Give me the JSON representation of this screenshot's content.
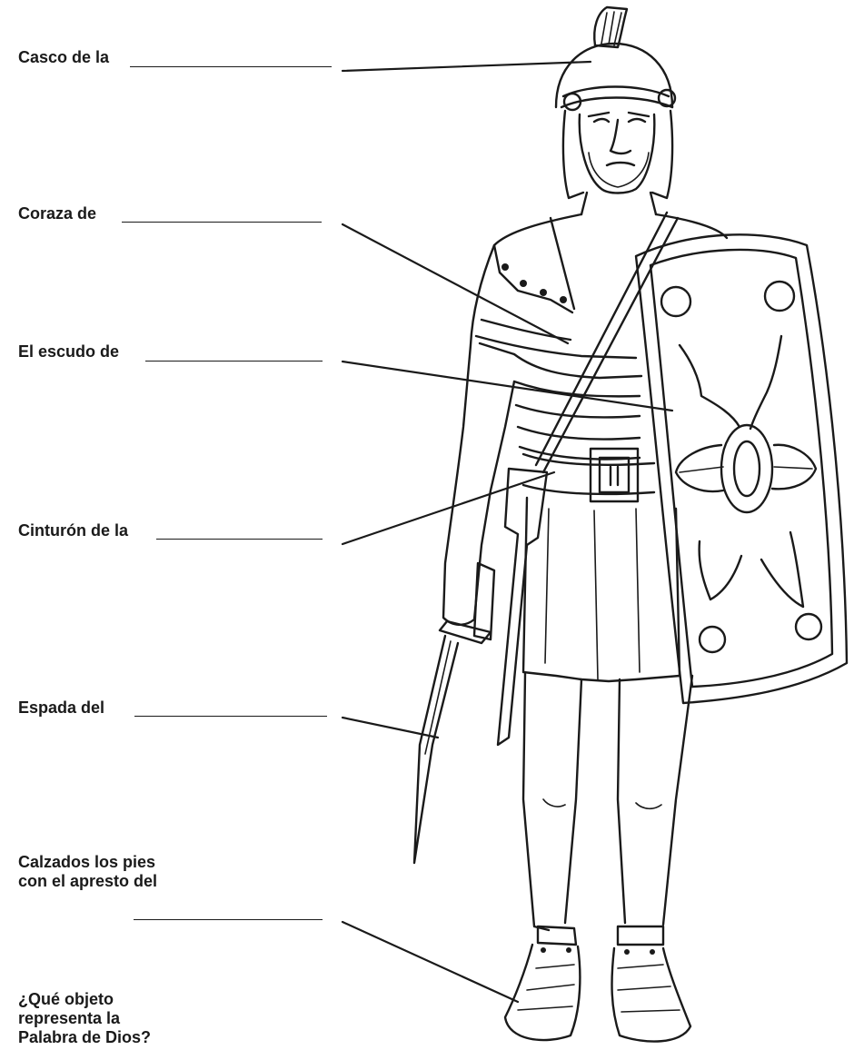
{
  "worksheet": {
    "items": [
      {
        "label": "Casco de la"
      },
      {
        "label": "Coraza de"
      },
      {
        "label": "El escudo de"
      },
      {
        "label": "Cinturón de la"
      },
      {
        "label": "Espada del"
      },
      {
        "label": "Calzados los pies con el apresto del"
      }
    ],
    "question": "¿Qué objeto representa la Palabra de Dios?"
  }
}
